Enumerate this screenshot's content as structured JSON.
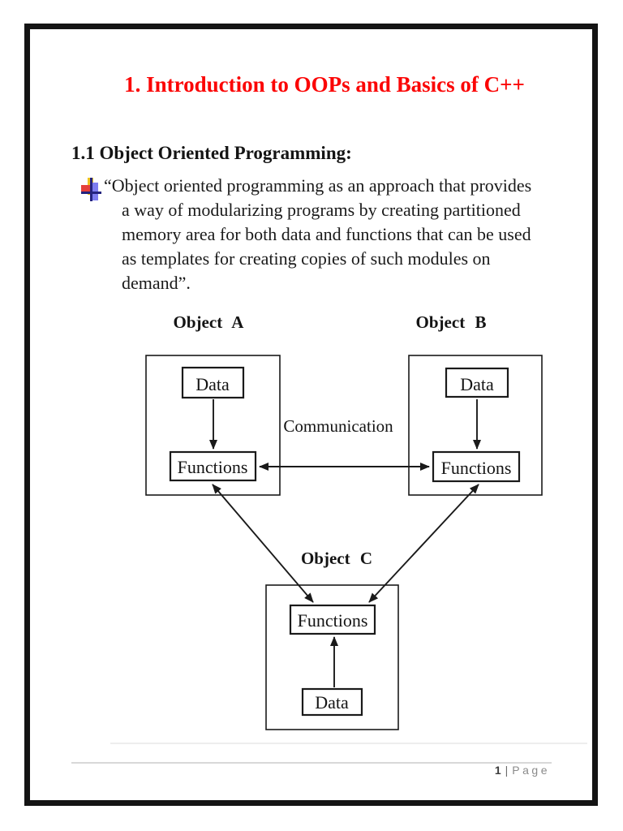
{
  "page": {
    "title": "1. Introduction to OOPs and Basics of C++",
    "title_color": "#fb0505",
    "section_heading": "1.1 Object Oriented Programming:",
    "quote_lines": {
      "0": "“Object oriented programming as an approach that provides",
      "1": "a way of modularizing programs by creating partitioned",
      "2": "memory area for both data and functions that can be used",
      "3": "as templates for creating copies of such modules on",
      "4": "demand”."
    },
    "footer": {
      "page_number": "1",
      "separator": "|",
      "label": "Page"
    }
  },
  "diagram": {
    "communication_label": "Communication",
    "object_a": {
      "label": "Object A",
      "data_label": "Data",
      "functions_label": "Functions"
    },
    "object_b": {
      "label": "Object B",
      "data_label": "Data",
      "functions_label": "Functions"
    },
    "object_c": {
      "label": "Object C",
      "data_label": "Data",
      "functions_label": "Functions"
    }
  }
}
